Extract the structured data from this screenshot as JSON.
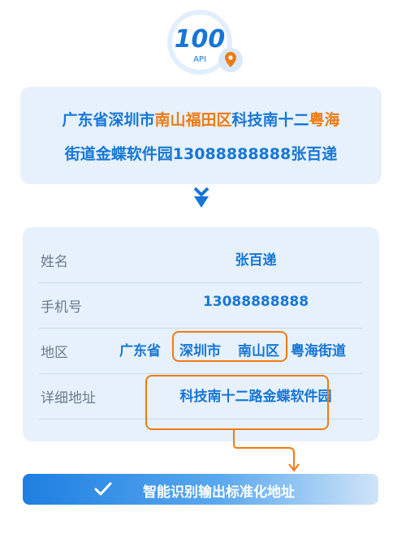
{
  "logo": {
    "number": "100",
    "sub": "API"
  },
  "input_address": {
    "part1": "广东省深圳市",
    "part2": "南山福田区",
    "part3": "科技南十二",
    "part4": "粤海",
    "line2": "街道金蝶软件园13088888888张百递"
  },
  "form": {
    "name": {
      "label": "姓名",
      "value": "张百递"
    },
    "phone": {
      "label": "手机号",
      "value": "13088888888"
    },
    "region": {
      "label": "地区",
      "province": "广东省",
      "city": "深圳市",
      "district": "南山区",
      "street": "粤海街道"
    },
    "detail": {
      "label": "详细地址",
      "value": "科技南十二路金蝶软件园"
    }
  },
  "action": {
    "label": "智能识别输出标准化地址"
  },
  "colors": {
    "accent": "#1776d6",
    "highlight": "#f07b12",
    "card_bg": "#e6f1fc"
  },
  "icons": [
    "location-pin-icon",
    "down-arrow-icon",
    "check-icon"
  ]
}
